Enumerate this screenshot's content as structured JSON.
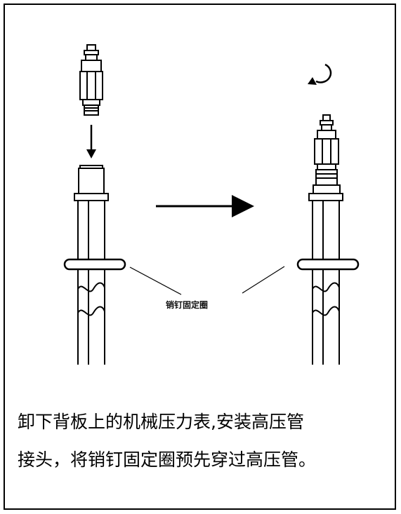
{
  "diagram": {
    "callout_label": "销钉固定圈"
  },
  "caption": {
    "line1": "卸下背板上的机械压力表,安装高压管",
    "line2": "接头，将销钉固定圈预先穿过高压管。"
  },
  "icons": [
    "down-arrow-icon",
    "right-arrow-icon",
    "rotate-icon"
  ],
  "colors": {
    "line": "#000000",
    "background": "#ffffff"
  }
}
